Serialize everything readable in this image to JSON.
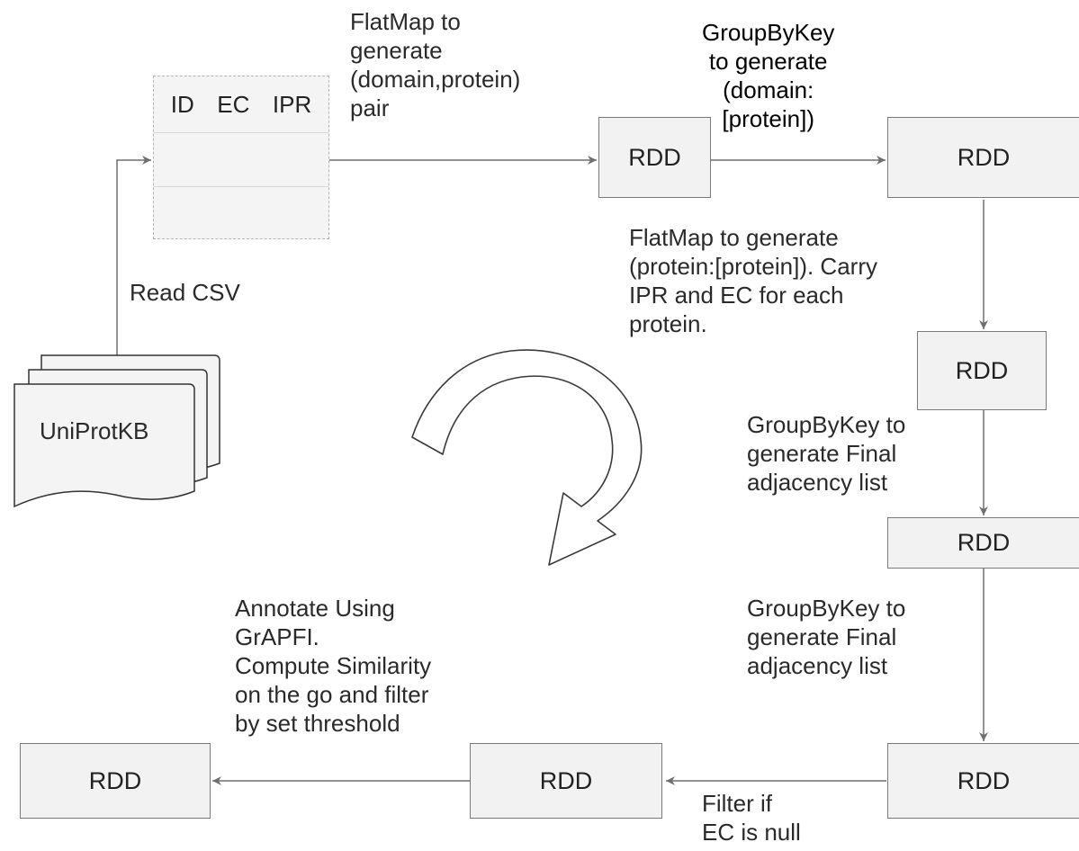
{
  "colors": {
    "box_fill": "#f2f2f2",
    "box_border": "#7a7a7a",
    "arrow": "#6f6f6f",
    "text": "#222222"
  },
  "table": {
    "headers": [
      "ID",
      "EC",
      "IPR"
    ]
  },
  "source": {
    "label": "UniProtKB"
  },
  "rdd_label": "RDD",
  "labels": {
    "read_csv": [
      "Read CSV"
    ],
    "flatmap_pair": [
      "FlatMap to",
      "generate",
      "(domain,protein)",
      "pair"
    ],
    "groupbykey_domain": [
      "GroupByKey",
      "to generate",
      "(domain:",
      "[protein])"
    ],
    "flatmap_protein": [
      "FlatMap to generate",
      "(protein:[protein]). Carry",
      "IPR and EC for each",
      "protein."
    ],
    "groupbykey_final_1": [
      "GroupByKey to",
      "generate Final",
      "adjacency list"
    ],
    "groupbykey_final_2": [
      "GroupByKey to",
      "generate Final",
      "adjacency list"
    ],
    "filter_ec": [
      "Filter if",
      "EC is null"
    ],
    "annotate": [
      "Annotate Using",
      "GrAPFI.",
      "Compute Similarity",
      "on the go and filter",
      "by set threshold"
    ]
  }
}
